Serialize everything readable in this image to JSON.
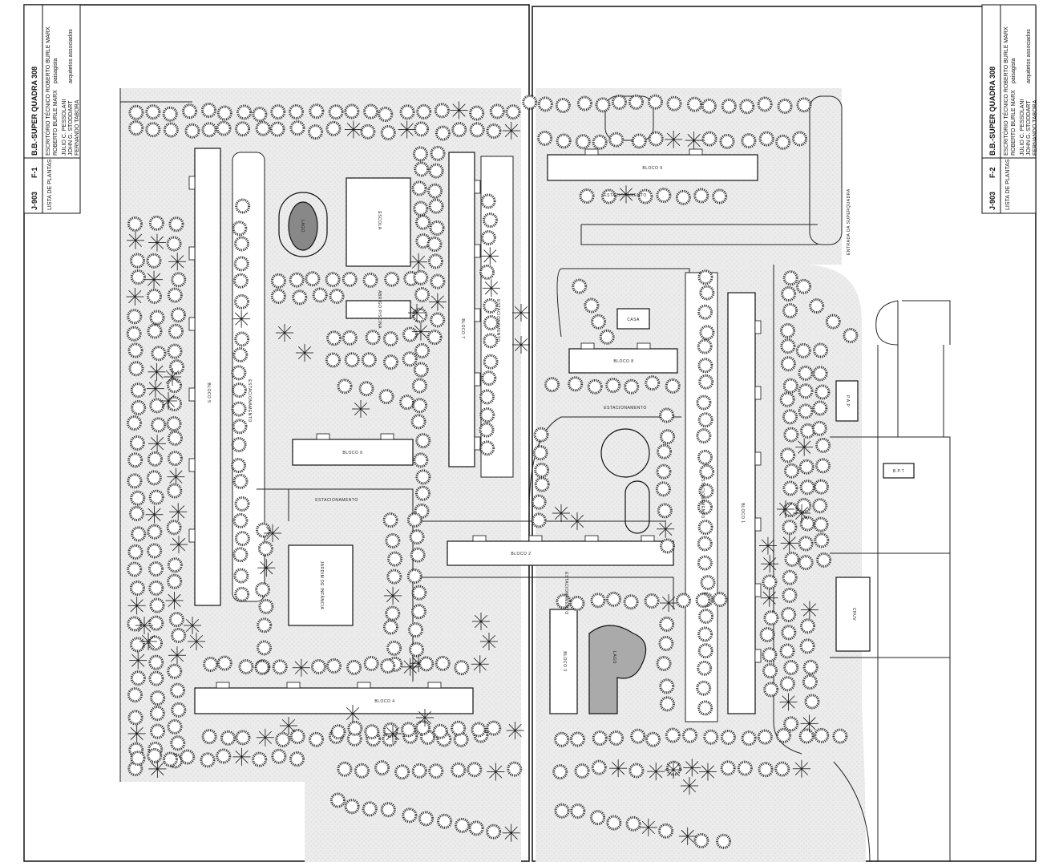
{
  "sheets": [
    {
      "drawing_no": "J-903",
      "sheet": "F-1",
      "project": "B.B.-SUPER QUADRA 308",
      "office": "ESCRITÓRIO TÉCNICO ROBERTO BURLE MARX",
      "author": "ROBERTO BURLE MARX",
      "role": "paisagista",
      "subject": "LISTA DE PLANTAS",
      "names": [
        "JULIO C. PESSOLANI",
        "JOHN G. STODDART",
        "FERNANDO TABORA"
      ],
      "note": "arquitetos associados"
    },
    {
      "drawing_no": "J-903",
      "sheet": "F-2",
      "project": "B.B.-SUPER QUADRA 308",
      "office": "ESCRITÓRIO TÉCNICO ROBERTO BURLE MARX",
      "author": "ROBERTO BURLE MARX",
      "role": "paisagista",
      "subject": "LISTA DE PLANTAS",
      "names": [
        "JULIO C. PESSOLANI",
        "JOHN G. STODDART",
        "FERNANDO TABORA"
      ],
      "note": "arquitetos associados"
    }
  ],
  "labels": {
    "escola": "ESCOLA",
    "lago": "LAGO",
    "lago2": "LAGO",
    "jardim": "JARDIM DE INFÂNCIA",
    "casa": "CASA",
    "entrada": "ENTRADA DA SUPERQUADRA",
    "cruv": "CRUV",
    "pap": "P.A.P",
    "bpt": "B.P.T",
    "parking": "ESTACIONAMENTO",
    "abrigo": "ABRIGO PISCINA"
  },
  "blocks": [
    "BLOCO 1",
    "BLOCO 2",
    "BLOCO 3",
    "BLOCO 4",
    "BLOCO 5",
    "BLOCO 6",
    "BLOCO 7",
    "BLOCO 8",
    "BLOCO 9"
  ]
}
